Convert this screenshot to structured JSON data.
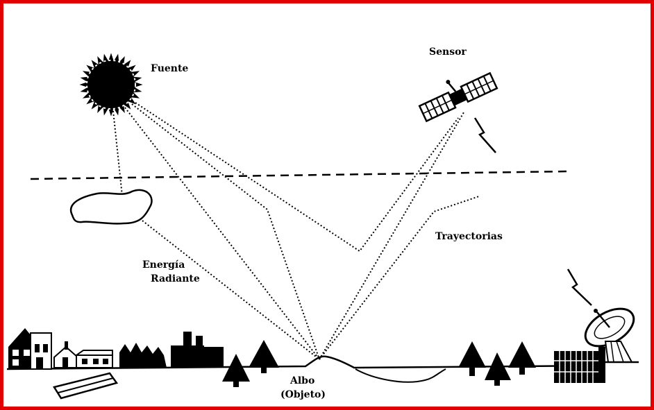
{
  "labels": {
    "source": "Fuente",
    "sensor": "Sensor",
    "trajectories": "Trayectorias",
    "energy_line1": "Energía",
    "energy_line2": "Radiante",
    "target_line1": "Albo",
    "target_line2": "(Objeto)"
  },
  "colors": {
    "border": "#e00000",
    "ink": "#000000",
    "background": "#ffffff"
  },
  "icons": [
    "sun-icon",
    "cloud-icon",
    "satellite-icon",
    "lightning-icon",
    "antenna-dish-icon",
    "house-icon",
    "tree-icon"
  ]
}
